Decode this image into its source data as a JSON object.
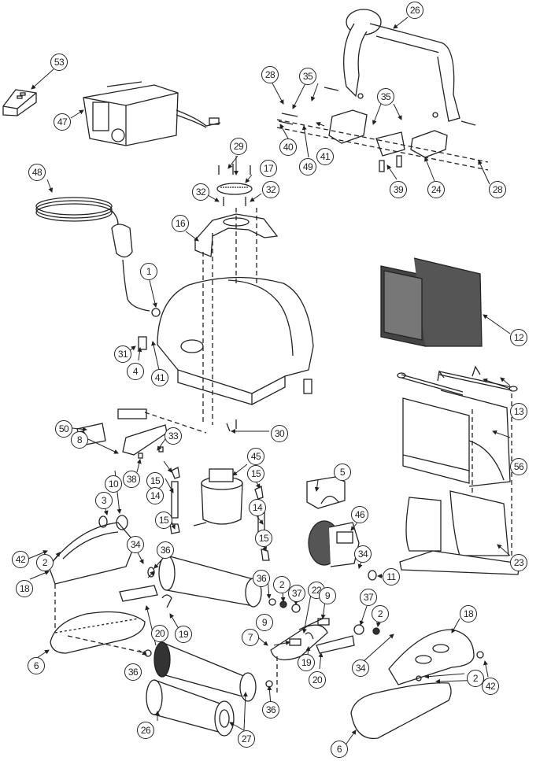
{
  "diagram": {
    "type": "exploded-parts-diagram",
    "subject": "Robotic pool cleaner",
    "callouts": [
      {
        "id": "c53",
        "label": "53",
        "part": "remote-control"
      },
      {
        "id": "c47",
        "label": "47",
        "part": "power-supply"
      },
      {
        "id": "c26a",
        "label": "26",
        "part": "handle"
      },
      {
        "id": "c28a",
        "label": "28",
        "part": "screw"
      },
      {
        "id": "c35a",
        "label": "35",
        "part": "nut"
      },
      {
        "id": "c35b",
        "label": "35",
        "part": "nut"
      },
      {
        "id": "c40",
        "label": "40",
        "part": "screw"
      },
      {
        "id": "c49",
        "label": "49",
        "part": "spring-clip"
      },
      {
        "id": "c41a",
        "label": "41",
        "part": "nut"
      },
      {
        "id": "c39",
        "label": "39",
        "part": "spring"
      },
      {
        "id": "c24",
        "label": "24",
        "part": "handle-bracket"
      },
      {
        "id": "c28b",
        "label": "28",
        "part": "screw"
      },
      {
        "id": "c29",
        "label": "29",
        "part": "screw"
      },
      {
        "id": "c17",
        "label": "17",
        "part": "impeller-cover"
      },
      {
        "id": "c32a",
        "label": "32",
        "part": "screw"
      },
      {
        "id": "c32b",
        "label": "32",
        "part": "screw"
      },
      {
        "id": "c48",
        "label": "48",
        "part": "floating-cable"
      },
      {
        "id": "c16",
        "label": "16",
        "part": "top-cover"
      },
      {
        "id": "c1",
        "label": "1",
        "part": "cable-grommet"
      },
      {
        "id": "c31",
        "label": "31",
        "part": "screw"
      },
      {
        "id": "c4",
        "label": "4",
        "part": "bracket"
      },
      {
        "id": "c41b",
        "label": "41",
        "part": "nut"
      },
      {
        "id": "c12",
        "label": "12",
        "part": "filter-basket"
      },
      {
        "id": "c13",
        "label": "13",
        "part": "filter-frame"
      },
      {
        "id": "c56",
        "label": "56",
        "part": "filter-bag"
      },
      {
        "id": "c23",
        "label": "23",
        "part": "bottom-lid"
      },
      {
        "id": "c30",
        "label": "30",
        "part": "screw"
      },
      {
        "id": "c50",
        "label": "50",
        "part": "drive-motor"
      },
      {
        "id": "c33",
        "label": "33",
        "part": "screw"
      },
      {
        "id": "c8",
        "label": "8",
        "part": "motor-housing"
      },
      {
        "id": "c38",
        "label": "38",
        "part": "screw"
      },
      {
        "id": "c45",
        "label": "45",
        "part": "pump-motor"
      },
      {
        "id": "c15a",
        "label": "15",
        "part": "elbow"
      },
      {
        "id": "c14a",
        "label": "14",
        "part": "tube"
      },
      {
        "id": "c15b",
        "label": "15",
        "part": "elbow"
      },
      {
        "id": "c15c",
        "label": "15",
        "part": "elbow"
      },
      {
        "id": "c14b",
        "label": "14",
        "part": "tube"
      },
      {
        "id": "c15d",
        "label": "15",
        "part": "elbow"
      },
      {
        "id": "c5",
        "label": "5",
        "part": "float"
      },
      {
        "id": "c46",
        "label": "46",
        "part": "drive-unit"
      },
      {
        "id": "c10",
        "label": "10",
        "part": "pulley"
      },
      {
        "id": "c3",
        "label": "3",
        "part": "bushing"
      },
      {
        "id": "c34a",
        "label": "34",
        "part": "screw"
      },
      {
        "id": "c36a",
        "label": "36",
        "part": "washer"
      },
      {
        "id": "c42a",
        "label": "42",
        "part": "clip"
      },
      {
        "id": "c2a",
        "label": "2",
        "part": "nut"
      },
      {
        "id": "c18a",
        "label": "18",
        "part": "side-plate"
      },
      {
        "id": "c20a",
        "label": "20",
        "part": "brush-holder"
      },
      {
        "id": "c19a",
        "label": "19",
        "part": "elbow"
      },
      {
        "id": "c34b",
        "label": "34",
        "part": "screw"
      },
      {
        "id": "c11",
        "label": "11",
        "part": "bearing"
      },
      {
        "id": "c36b",
        "label": "36",
        "part": "washer"
      },
      {
        "id": "c2b",
        "label": "2",
        "part": "nut"
      },
      {
        "id": "c37a",
        "label": "37",
        "part": "washer"
      },
      {
        "id": "c22",
        "label": "22",
        "part": "tensioner"
      },
      {
        "id": "c9a",
        "label": "9",
        "part": "pulley"
      },
      {
        "id": "c9b",
        "label": "9",
        "part": "pulley"
      },
      {
        "id": "c37b",
        "label": "37",
        "part": "washer"
      },
      {
        "id": "c2c",
        "label": "2",
        "part": "nut"
      },
      {
        "id": "c7",
        "label": "7",
        "part": "drive-belt"
      },
      {
        "id": "c18b",
        "label": "18",
        "part": "side-plate"
      },
      {
        "id": "c19b",
        "label": "19",
        "part": "elbow"
      },
      {
        "id": "c20b",
        "label": "20",
        "part": "brush-holder"
      },
      {
        "id": "c34c",
        "label": "34",
        "part": "screw"
      },
      {
        "id": "c2d",
        "label": "2",
        "part": "nut"
      },
      {
        "id": "c42b",
        "label": "42",
        "part": "clip"
      },
      {
        "id": "c6a",
        "label": "6",
        "part": "track"
      },
      {
        "id": "c36c",
        "label": "36",
        "part": "washer"
      },
      {
        "id": "c36d",
        "label": "36",
        "part": "washer"
      },
      {
        "id": "c26b",
        "label": "26",
        "part": "brush-sleeve"
      },
      {
        "id": "c27",
        "label": "27",
        "part": "brush-roller"
      },
      {
        "id": "c6b",
        "label": "6",
        "part": "track"
      }
    ]
  }
}
